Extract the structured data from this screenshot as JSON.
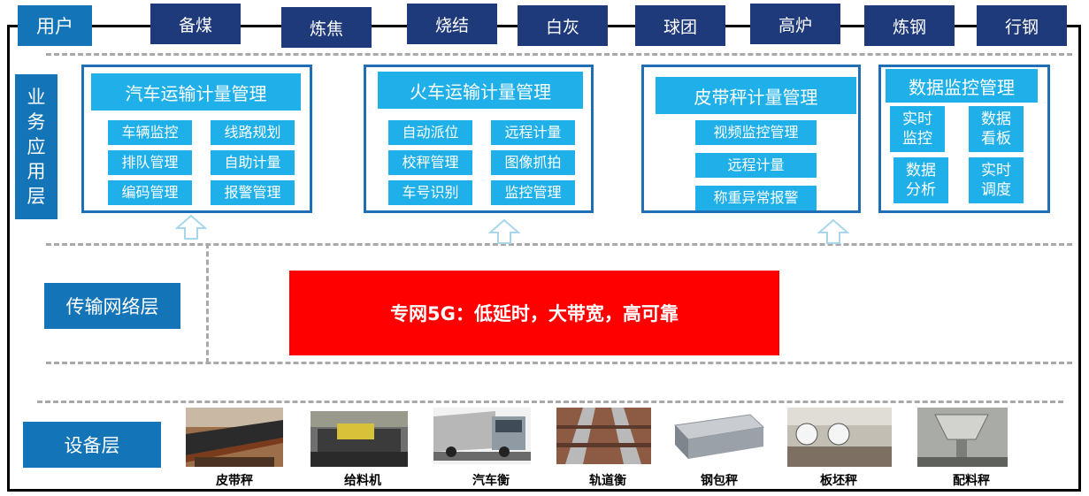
{
  "user_label": "用户",
  "sectors": [
    "备煤",
    "炼焦",
    "烧结",
    "白灰",
    "球团",
    "高炉",
    "炼钢",
    "行钢"
  ],
  "layers": {
    "business": "业\n务\n应\n用\n层",
    "network": "传输网络层",
    "device": "设备层"
  },
  "modules": [
    {
      "title": "汽车运输计量管理",
      "items": [
        "车辆监控",
        "线路规划",
        "排队管理",
        "自助计量",
        "编码管理",
        "报警管理"
      ]
    },
    {
      "title": "火车运输计量管理",
      "items": [
        "自动派位",
        "远程计量",
        "校秤管理",
        "图像抓拍",
        "车号识别",
        "监控管理"
      ]
    },
    {
      "title": "皮带秤计量管理",
      "items": [
        "视频监控管理",
        "远程计量",
        "称重异常报警"
      ]
    },
    {
      "title": "数据监控管理",
      "items": [
        "实时\n监控",
        "数据\n看板",
        "数据\n分析",
        "实时\n调度"
      ]
    }
  ],
  "network_banner": "专网5G：低延时，大带宽，高可靠",
  "devices": [
    "皮带秤",
    "给料机",
    "汽车衡",
    "轨道衡",
    "钢包秤",
    "板坯秤",
    "配料秤"
  ],
  "colors": {
    "label_blue": "#1474b8",
    "tab_navy": "#1f3a7a",
    "module_cyan": "#1fb0ea",
    "banner_red": "#ff0000"
  }
}
